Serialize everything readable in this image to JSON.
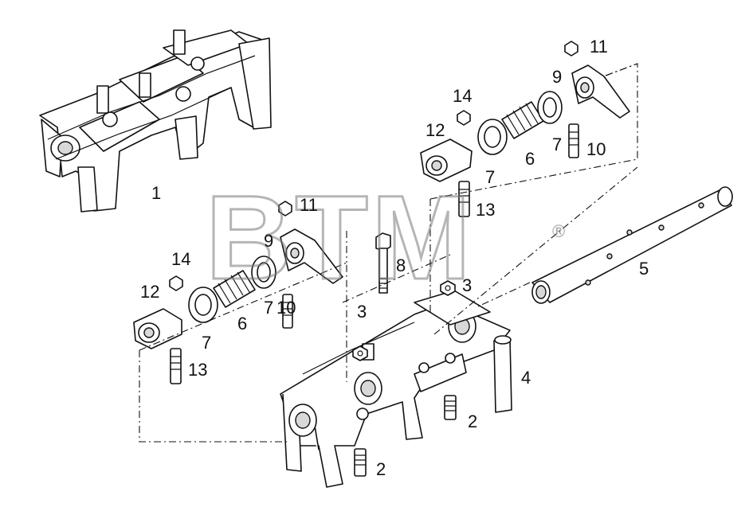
{
  "watermark": {
    "text": "BTM",
    "registered": "®"
  },
  "callouts": {
    "c1": "1",
    "c2a": "2",
    "c2b": "2",
    "c3a": "3",
    "c3b": "3",
    "c4": "4",
    "c5": "5",
    "c6a": "6",
    "c6b": "6",
    "c7a": "7",
    "c7b": "7",
    "c7c": "7",
    "c7d": "7",
    "c8": "8",
    "c9a": "9",
    "c9b": "9",
    "c10a": "10",
    "c10b": "10",
    "c11a": "11",
    "c11b": "11",
    "c12a": "12",
    "c12b": "12",
    "c13a": "13",
    "c13b": "13",
    "c14a": "14",
    "c14b": "14"
  }
}
